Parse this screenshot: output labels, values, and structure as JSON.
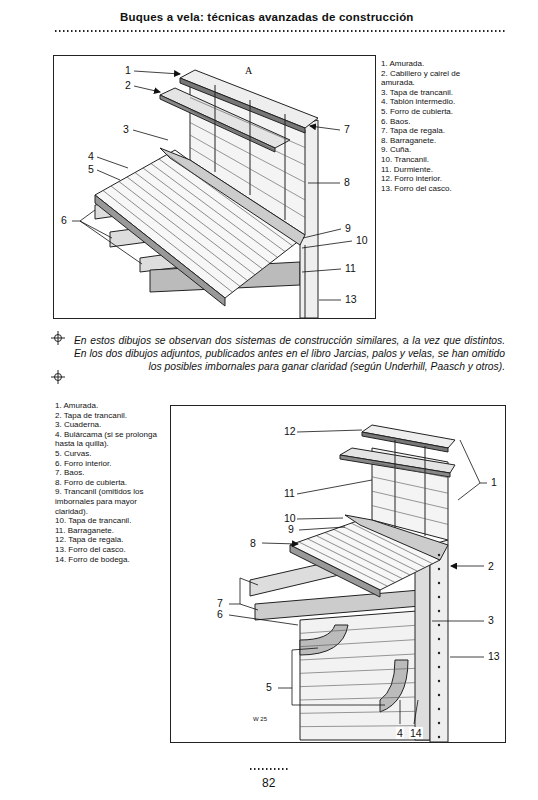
{
  "diagram": {
    "title": "Buques a vela: técnicas avanzadas de construcción",
    "caption": "En estos dibujos se observan dos sistemas de construcción similares, a la vez que distintos. En los dos dibujos adjuntos, publicados antes en el libro Jarcias, palos y velas, se han omitido los posibles imbornales para ganar claridad (según Underhill, Paasch y otros).",
    "labels": [
      "A",
      "1",
      "2",
      "3",
      "4",
      "5",
      "6",
      "7",
      "8",
      "9",
      "10",
      "11",
      "13",
      "1. Amurada.",
      "2. Cabillero y cairel de amurada.",
      "3. Tapa de trancanil.",
      "4. Tablón intermedio.",
      "5. Forro de cubierta.",
      "6. Baos.",
      "7. Tapa de regala.",
      "8. Barraganete.",
      "9. Cuña.",
      "10. Trancanil.",
      "11. Durmiente.",
      "12. Forro interior.",
      "13. Forro del casco.",
      "1. Amurada.",
      "2. Tapa de trancanil.",
      "3. Cuaderna.",
      "4. Bulárcama (si se prolonga hasta la quilla).",
      "5. Curvas.",
      "6. Forro interior.",
      "7. Baos.",
      "8. Forro de cubierta.",
      "9. Trancanil (omitidos los imbornales para mayor claridad).",
      "10. Tapa de trancanil.",
      "11. Barraganete.",
      "12. Tapa de regala.",
      "13. Forro del casco.",
      "14. Forro de bodega.",
      "12",
      "11",
      "10",
      "9",
      "8",
      "1",
      "2",
      "7",
      "6",
      "3",
      "13",
      "5",
      "4",
      "14",
      "W 25",
      "82"
    ]
  }
}
